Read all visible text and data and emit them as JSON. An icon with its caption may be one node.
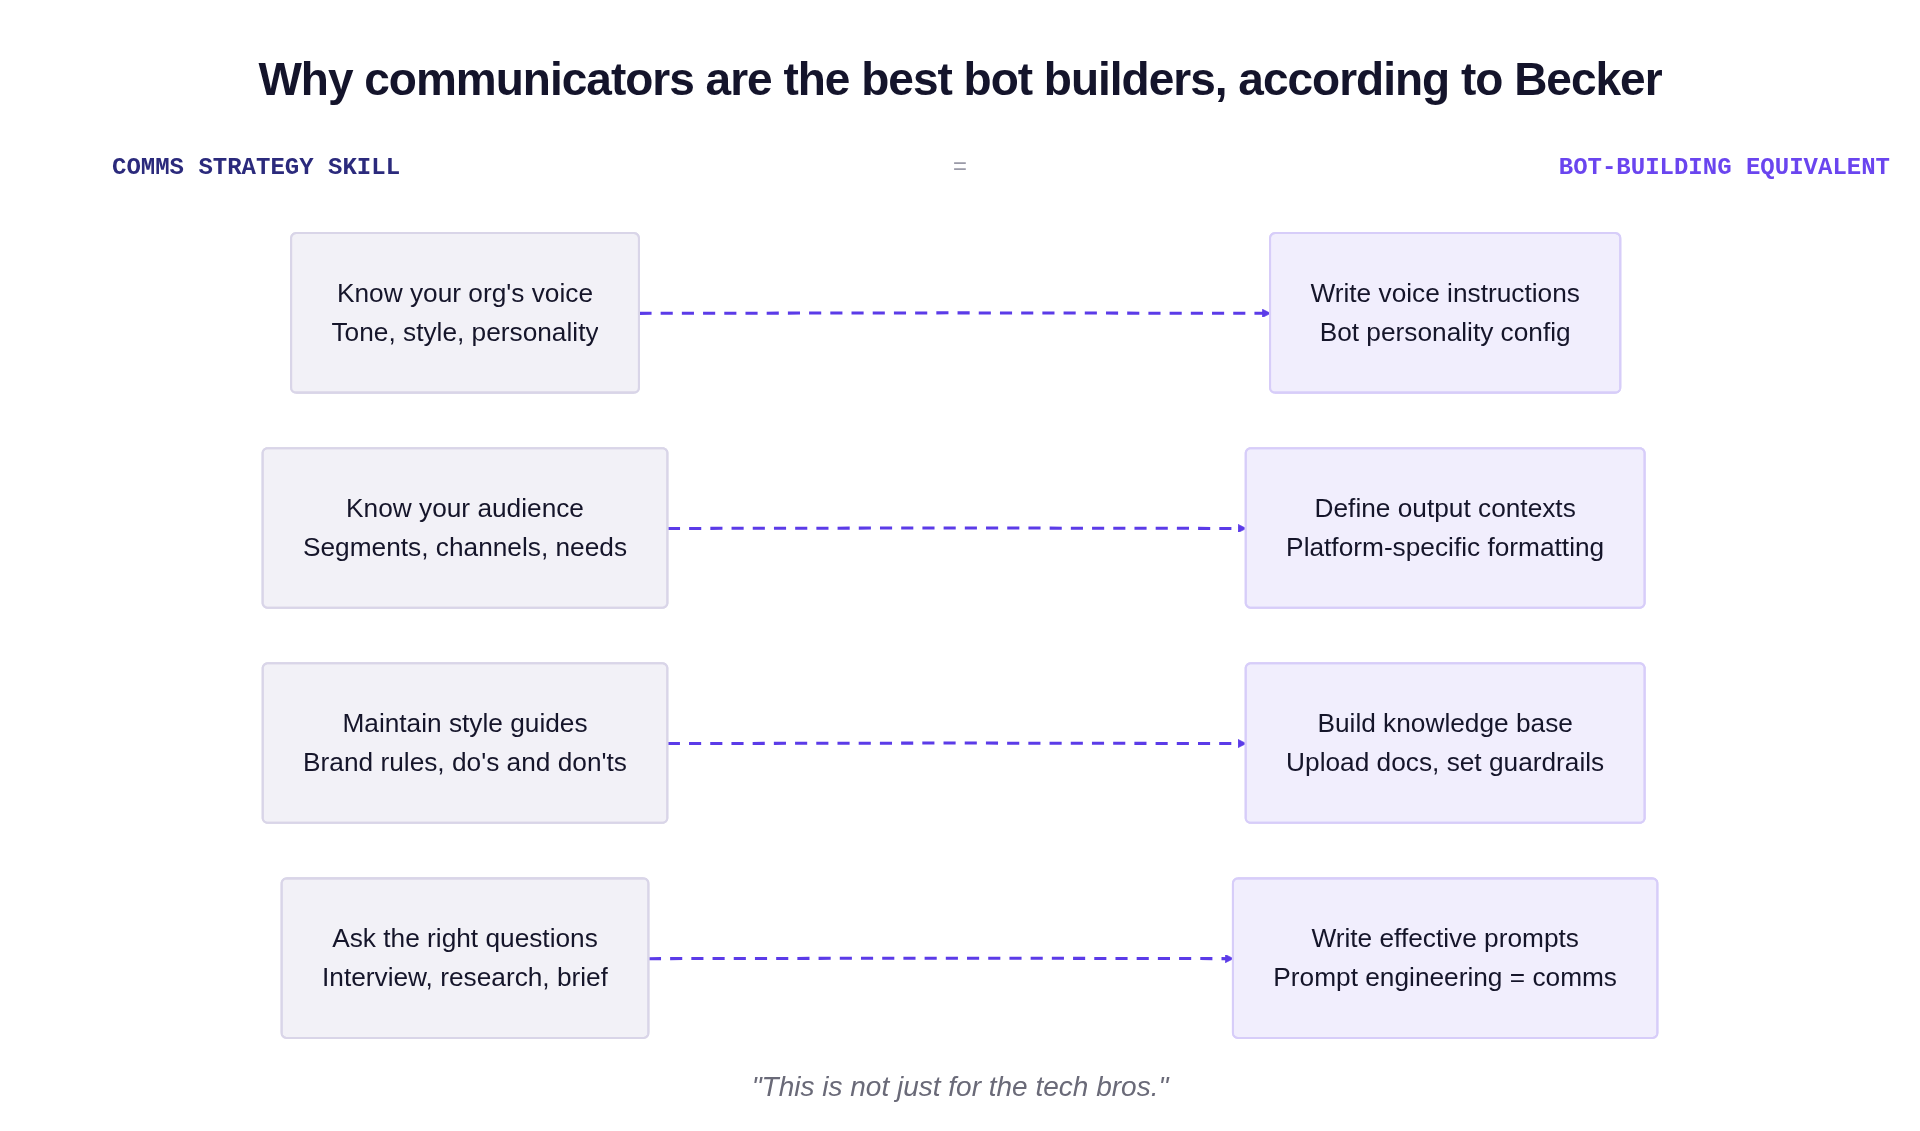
{
  "diagram": {
    "title": "Why communicators are the best bot builders, according to Becker",
    "caption": "\"This is not just for the tech bros.\"",
    "nodes": [
      {
        "text": [
          "Know your org's voice",
          "Tone, style, personality"
        ]
      },
      {
        "text": [
          "Write voice instructions",
          "Bot personality config"
        ]
      },
      {
        "text": [
          "Know your audience",
          "Segments, channels, needs"
        ]
      },
      {
        "text": [
          "Define output contexts",
          "Platform-specific formatting"
        ]
      },
      {
        "text": [
          "Maintain style guides",
          "Brand rules, do's and don'ts"
        ]
      },
      {
        "text": [
          "Build knowledge base",
          "Upload docs, set guardrails"
        ]
      },
      {
        "text": [
          "Ask the right questions",
          "Interview, research, brief"
        ]
      },
      {
        "text": [
          "Write effective prompts",
          "Prompt engineering = comms"
        ]
      }
    ],
    "edges": [
      {
        "from": 0,
        "to": 1,
        "arrow": "to",
        "style": "dashed"
      },
      {
        "from": 2,
        "to": 3,
        "arrow": "to",
        "style": "dashed"
      },
      {
        "from": 4,
        "to": 5,
        "arrow": "to",
        "style": "dashed"
      },
      {
        "from": 6,
        "to": 7,
        "arrow": "to",
        "style": "dashed"
      }
    ],
    "labels": [
      "COMMS STRATEGY SKILL",
      "=",
      "BOT-BUILDING EQUIVALENT"
    ]
  }
}
